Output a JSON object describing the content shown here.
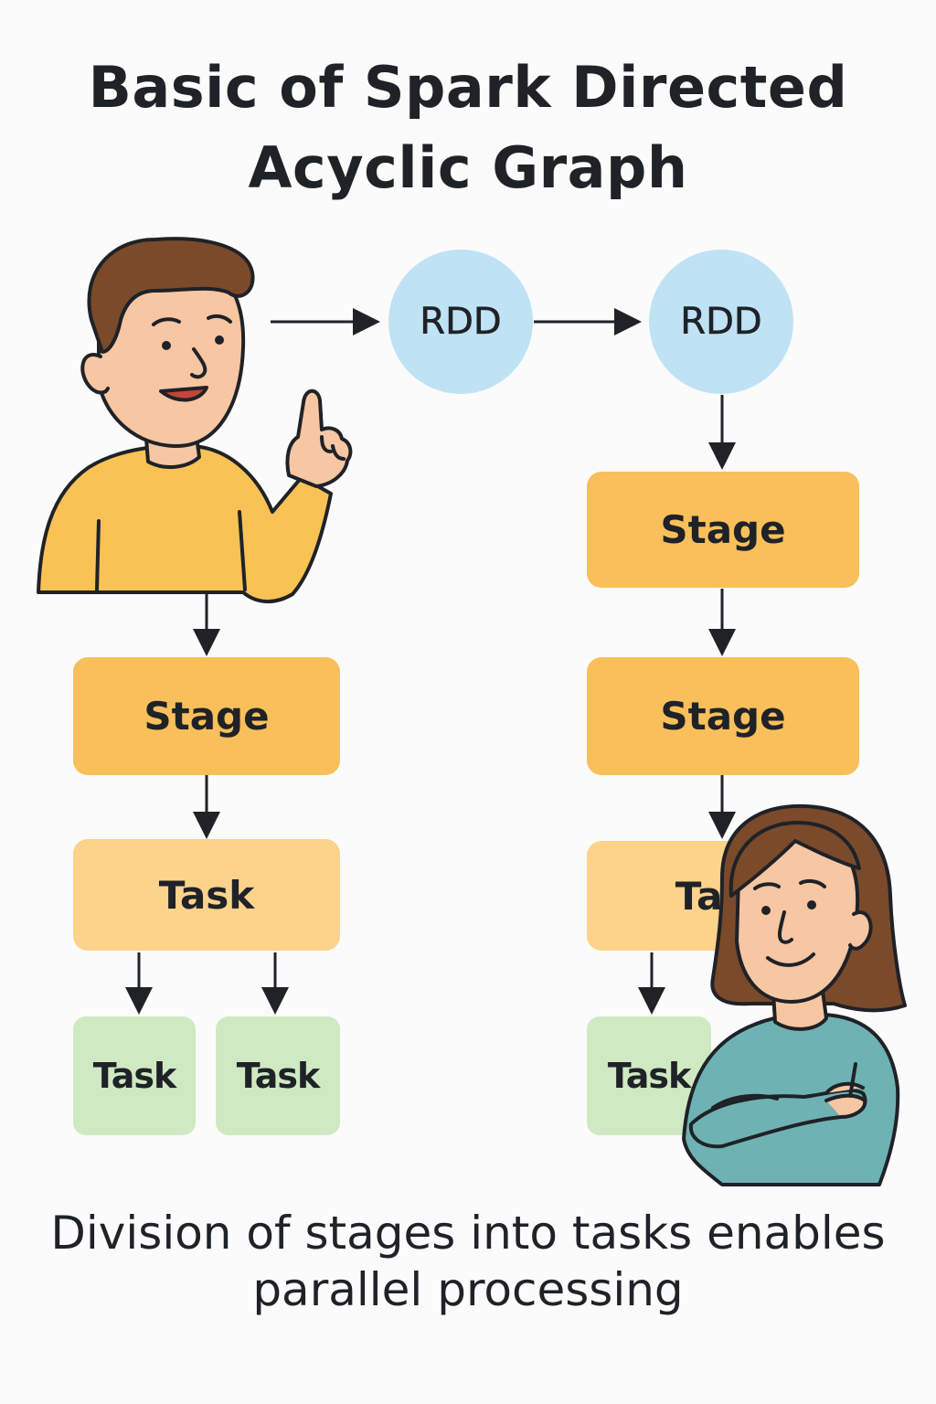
{
  "title": "Basic of Spark Directed Acyclic Graph",
  "caption": "Division of stages into tasks enables parallel processing",
  "nodes": {
    "rdd_1": "RDD",
    "rdd_2": "RDD",
    "left_stage": "Stage",
    "left_task": "Task",
    "left_subtask_1": "Task",
    "left_subtask_2": "Task",
    "right_stage_1": "Stage",
    "right_stage_2": "Stage",
    "right_task": "Task",
    "right_subtask": "Task"
  },
  "colors": {
    "rdd": "#bfe2f5",
    "stage": "#f9bf5b",
    "task": "#fdd28a",
    "subtask": "#cfe9c2",
    "man_shirt": "#f9c254",
    "woman_shirt": "#6fb2b3",
    "skin": "#f7c6a2",
    "hair": "#7a4a2a"
  },
  "characters": [
    "man-pointing-illustration",
    "woman-arms-crossed-illustration"
  ]
}
